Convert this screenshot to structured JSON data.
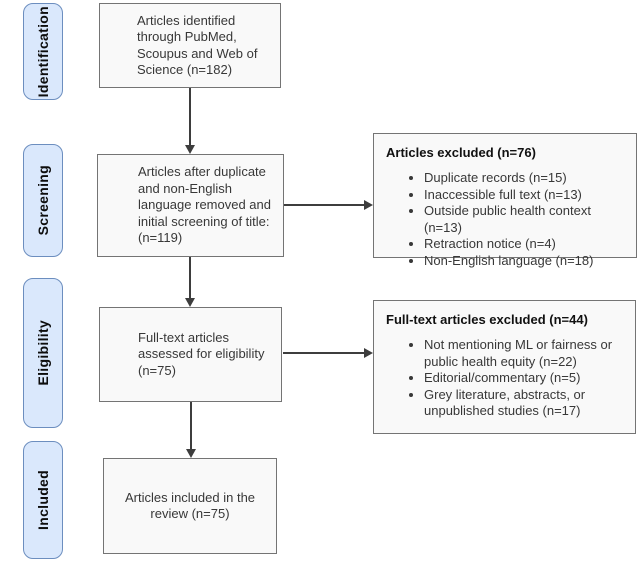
{
  "colors": {
    "stage_fill": "#dae8fc",
    "stage_border": "#6c8ebf",
    "box_fill": "#f9f9f9",
    "box_border": "#747474",
    "arrow": "#3d3d3d",
    "text": "#383838",
    "title_text": "#111111"
  },
  "stages": [
    {
      "label": "Identification"
    },
    {
      "label": "Screening"
    },
    {
      "label": "Eligibility"
    },
    {
      "label": "Included"
    }
  ],
  "boxes": {
    "identified": {
      "text": "Articles identified\nthrough PubMed,\nScoupus and Web of\nScience (n=182)"
    },
    "screened": {
      "text": "Articles after duplicate\nand non-English\nlanguage removed and\ninitial screening of title:\n(n=119)"
    },
    "assessed": {
      "text": "Full-text articles\nassessed for eligibility\n(n=75)"
    },
    "included": {
      "text": "Articles included in the\nreview (n=75)"
    }
  },
  "exclusions": [
    {
      "title": "Articles excluded (n=76)",
      "items": [
        "Duplicate records (n=15)",
        "Inaccessible full text (n=13)",
        "Outside public health context (n=13)",
        "Retraction notice (n=4)",
        "Non-English language (n=18)"
      ]
    },
    {
      "title": "Full-text articles excluded (n=44)",
      "items": [
        "Not mentioning ML or fairness or\npublic health equity (n=22)",
        "Editorial/commentary (n=5)",
        "Grey literature, abstracts, or\nunpublished studies (n=17)"
      ]
    }
  ]
}
